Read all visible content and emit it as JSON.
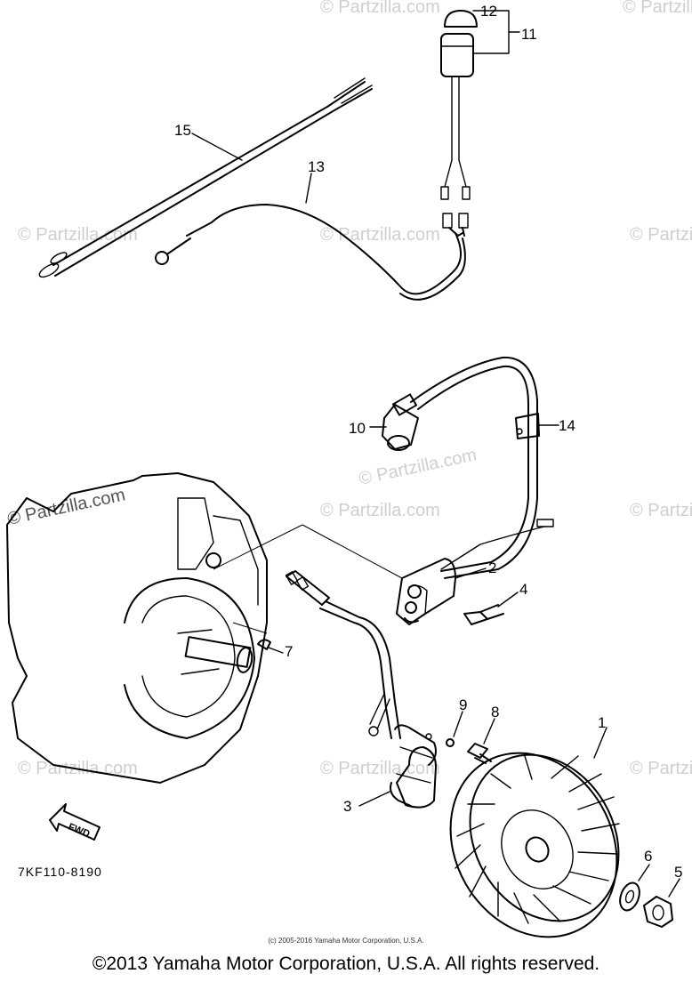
{
  "watermarks": [
    "© Partzilla.com",
    "© Partzilla.com",
    "© Partzilla.com",
    "© Partzilla.com",
    "© Partzilla.com",
    "© Partzilla.com",
    "© Partzilla.com",
    "© Partzilla.com",
    "© Partzilla.com",
    "© Partzilla.com",
    "© Partzilla.com",
    "© Partzilla.com"
  ],
  "callouts": [
    "1",
    "2",
    "3",
    "4",
    "5",
    "6",
    "7",
    "8",
    "9",
    "10",
    "11",
    "12",
    "13",
    "14",
    "15"
  ],
  "fwd_label": "FWD",
  "part_code": "7KF110-8190",
  "copyright_small": "(c) 2005-2016 Yamaha Motor Corporation, U.S.A.",
  "copyright_main": "©2013 Yamaha Motor Corporation, U.S.A. All rights reserved."
}
